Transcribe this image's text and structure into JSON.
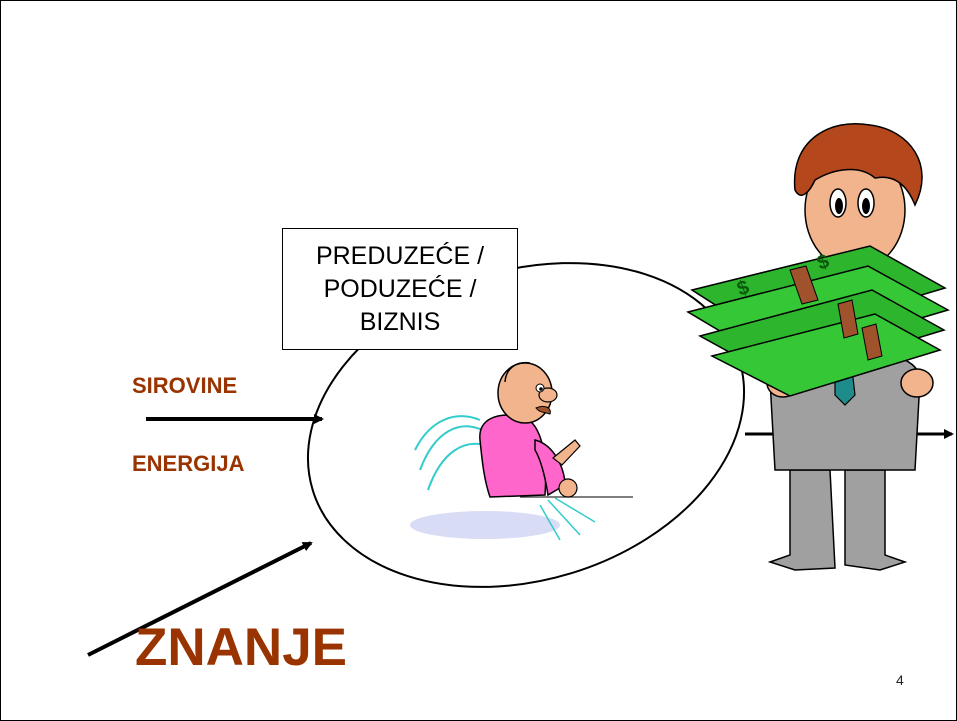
{
  "company_box": {
    "line1": "PREDUZEĆE /",
    "line2": "PODUZEĆE /",
    "line3": "BIZNIS"
  },
  "inputs": {
    "raw_materials": "SIROVINE",
    "energy": "ENERGIJA",
    "knowledge": "ZNANJE"
  },
  "colors": {
    "label": "#993300",
    "money_green": "#2db52d",
    "shirt_pink": "#ff66cc",
    "suit_grey": "#a0a0a0",
    "hair_brown": "#b5471c"
  },
  "page_number": "4"
}
